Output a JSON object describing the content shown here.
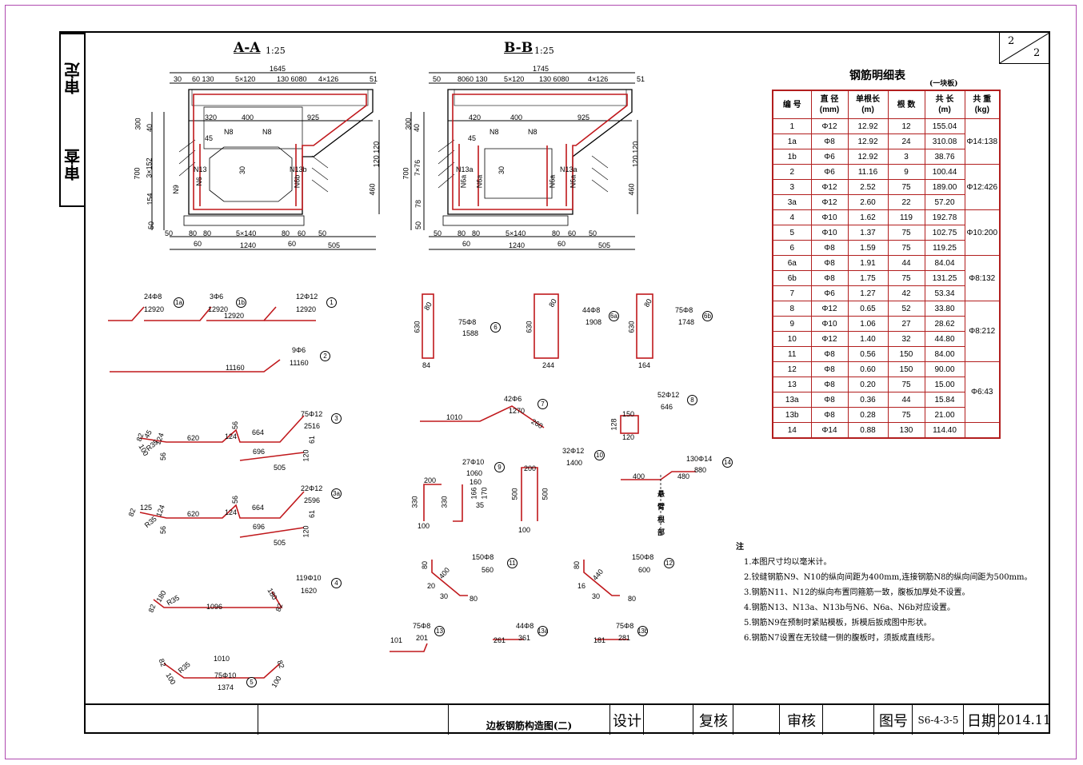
{
  "sidebar": {
    "top": "审定",
    "bottom": "审查"
  },
  "sheet": {
    "number": "2",
    "total": "2"
  },
  "sections": {
    "aa": {
      "title": "A-A",
      "scale": "1:25"
    },
    "bb": {
      "title": "B-B",
      "scale": "1:25"
    }
  },
  "aa_dims": {
    "total_top": "1645",
    "t30": "30",
    "t60130": "60 130",
    "t5x120": "5×120",
    "t1306080": "130 6080",
    "t4x126": "4×126",
    "t51": "51",
    "w320": "320",
    "w400": "400",
    "w925": "925",
    "v300": "300",
    "v40": "40",
    "v3x152": "3×152",
    "v700": "700",
    "v154": "154",
    "v50": "50",
    "v120120": "120 120",
    "v460": "460",
    "b50": "50",
    "b80a": "80",
    "b80b": "80",
    "b5x140": "5×140",
    "b80c": "80",
    "b60": "60",
    "b50b": "50",
    "b60a": "60",
    "b60b": "60",
    "b1240": "1240",
    "b505": "505",
    "n45": "45",
    "n30": "30"
  },
  "bb_dims": {
    "total_top": "1745",
    "t50": "50",
    "t8060130": "8060 130",
    "t5x120": "5×120",
    "t1306080": "130 6080",
    "t4x126": "4×126",
    "t51": "51",
    "w420": "420",
    "w400": "400",
    "w925": "925",
    "v300": "300",
    "v40": "40",
    "v7x76": "7×76",
    "v700": "700",
    "v78": "78",
    "v50": "50",
    "v120120": "120 120",
    "v460": "460",
    "b50": "50",
    "b80a": "80",
    "b80b": "80",
    "b5x140": "5×140",
    "b80c": "80",
    "b60": "60",
    "b50b": "50",
    "b60a": "60",
    "b60b": "60",
    "b1240": "1240",
    "b505": "505",
    "n45": "45",
    "n30": "30"
  },
  "section_labels": {
    "n8": "N8",
    "n9": "N9",
    "n13": "N13",
    "n13b": "N13b",
    "n6": "N6",
    "n6a": "N6a",
    "n6b": "N6b",
    "n13a": "N13a"
  },
  "bars": {
    "b1a": {
      "count": "24Φ8",
      "len": "12920",
      "id": "1a"
    },
    "b1b": {
      "count": "3Φ6",
      "len": "12920",
      "len2": "12920",
      "id": "1b"
    },
    "b1": {
      "count": "12Φ12",
      "len": "12920",
      "id": "1"
    },
    "b2": {
      "count": "9Φ6",
      "len": "11160",
      "dim": "11160",
      "id": "2"
    },
    "b6": {
      "count": "75Φ8",
      "len": "1588",
      "dim630": "630",
      "dim80": "80",
      "dim84": "84",
      "id": "6"
    },
    "b6a": {
      "count": "44Φ8",
      "len": "1908",
      "dim630": "630",
      "dim80": "80",
      "dim244": "244",
      "id": "6a"
    },
    "b6b": {
      "count": "75Φ8",
      "len": "1748",
      "dim630": "630",
      "dim80": "80",
      "dim164": "164",
      "id": "6b"
    },
    "b3": {
      "count": "75Φ12",
      "len": "2516",
      "d620": "620",
      "d124": "124",
      "d124b": "124",
      "d56": "56",
      "d664": "664",
      "d696": "696",
      "d505": "505",
      "d120": "120",
      "d61": "61",
      "d45": "45",
      "d82": "82",
      "dr35": "R35",
      "d100": "100",
      "d56b": "56",
      "id": "3"
    },
    "b3a": {
      "count": "22Φ12",
      "len": "2596",
      "d620": "620",
      "d124": "124",
      "d124b": "124",
      "d56": "56",
      "d664": "664",
      "d696": "696",
      "d505": "505",
      "d120": "120",
      "d61": "61",
      "d125": "125",
      "d82": "82",
      "dr35": "R35",
      "d56b": "56",
      "id": "3a"
    },
    "b4": {
      "count": "119Φ10",
      "len": "1620",
      "d1096": "1096",
      "d180": "180",
      "d180b": "180",
      "dr35": "R35",
      "d82": "82",
      "d82b": "82",
      "id": "4"
    },
    "b5": {
      "count": "75Φ10",
      "len": "1374",
      "d1010": "1010",
      "d82": "82",
      "dr35": "R35",
      "d100": "100",
      "d82b": "82",
      "d100b": "100",
      "id": "5"
    },
    "b7": {
      "count": "42Φ6",
      "len": "1270",
      "d1010": "1010",
      "d260": "260",
      "id": "7"
    },
    "b8": {
      "count": "52Φ12",
      "len": "646",
      "d150": "150",
      "d120": "120",
      "d128": "128",
      "id": "8"
    },
    "b9": {
      "count": "27Φ10",
      "len": "1060",
      "d200": "200",
      "d330": "330",
      "d330b": "330",
      "d100": "100",
      "d160": "160",
      "d166": "166",
      "d170": "170",
      "d35": "35",
      "id": "9"
    },
    "b10": {
      "count": "32Φ12",
      "len": "1400",
      "d200": "200",
      "d500": "500",
      "d500b": "500",
      "d100": "100",
      "id": "10"
    },
    "b14": {
      "count": "130Φ14",
      "len": "880",
      "d400": "400",
      "d480": "480",
      "note": "悬臂根部",
      "id": "14"
    },
    "b11": {
      "count": "150Φ8",
      "len": "560",
      "d80": "80",
      "d400": "400",
      "d20": "20",
      "d30": "30",
      "d80b": "80",
      "id": "11"
    },
    "b12": {
      "count": "150Φ8",
      "len": "600",
      "d80": "80",
      "d440": "440",
      "d16": "16",
      "d30": "30",
      "d80b": "80",
      "id": "12"
    },
    "b13": {
      "count": "75Φ8",
      "len": "201",
      "d101": "101",
      "id": "13"
    },
    "b13a": {
      "count": "44Φ8",
      "len": "361",
      "d261": "261",
      "id": "13a"
    },
    "b13b": {
      "count": "75Φ8",
      "len": "281",
      "d181": "181",
      "id": "13b"
    }
  },
  "table": {
    "title": "钢筋明细表",
    "subtitle": "(一块板)",
    "headers": [
      "编 号",
      "直 径\n(mm)",
      "单根长\n(m)",
      "根 数",
      "共 长\n(m)",
      "共 重\n(kg)"
    ],
    "rows": [
      [
        "1",
        "Φ12",
        "12.92",
        "12",
        "155.04"
      ],
      [
        "1a",
        "Φ8",
        "12.92",
        "24",
        "310.08"
      ],
      [
        "1b",
        "Φ6",
        "12.92",
        "3",
        "38.76"
      ],
      [
        "2",
        "Φ6",
        "11.16",
        "9",
        "100.44"
      ],
      [
        "3",
        "Φ12",
        "2.52",
        "75",
        "189.00"
      ],
      [
        "3a",
        "Φ12",
        "2.60",
        "22",
        "57.20"
      ],
      [
        "4",
        "Φ10",
        "1.62",
        "119",
        "192.78"
      ],
      [
        "5",
        "Φ10",
        "1.37",
        "75",
        "102.75"
      ],
      [
        "6",
        "Φ8",
        "1.59",
        "75",
        "119.25"
      ],
      [
        "6a",
        "Φ8",
        "1.91",
        "44",
        "84.04"
      ],
      [
        "6b",
        "Φ8",
        "1.75",
        "75",
        "131.25"
      ],
      [
        "7",
        "Φ6",
        "1.27",
        "42",
        "53.34"
      ],
      [
        "8",
        "Φ12",
        "0.65",
        "52",
        "33.80"
      ],
      [
        "9",
        "Φ10",
        "1.06",
        "27",
        "28.62"
      ],
      [
        "10",
        "Φ12",
        "1.40",
        "32",
        "44.80"
      ],
      [
        "11",
        "Φ8",
        "0.56",
        "150",
        "84.00"
      ],
      [
        "12",
        "Φ8",
        "0.60",
        "150",
        "90.00"
      ],
      [
        "13",
        "Φ8",
        "0.20",
        "75",
        "15.00"
      ],
      [
        "13a",
        "Φ8",
        "0.36",
        "44",
        "15.84"
      ],
      [
        "13b",
        "Φ8",
        "0.28",
        "75",
        "21.00"
      ],
      [
        "14",
        "Φ14",
        "0.88",
        "130",
        "114.40"
      ]
    ],
    "weights": [
      {
        "text": "Φ14:138",
        "span": 3
      },
      {
        "text": "Φ12:426",
        "span": 3
      },
      {
        "text": "Φ10:200",
        "span": 3
      },
      {
        "text": "Φ8:132",
        "span": 3
      },
      {
        "text": "Φ8:212",
        "span": 4
      },
      {
        "text": "Φ6:43",
        "span": 4
      },
      {
        "text": "",
        "span": 1
      }
    ]
  },
  "notes": {
    "heading": "注",
    "items": [
      "1.本图尺寸均以毫米计。",
      "2.铰缝钢筋N9、N10的纵向间距为400mm,连接钢筋N8的纵向间距为500mm。",
      "3.钢筋N11、N12的纵向布置同箍筋一致，腹板加厚处不设置。",
      "4.钢筋N13、N13a、N13b与N6、N6a、N6b对应设置。",
      "5.钢筋N9在预制时紧贴模板，拆模后扳成图中形状。",
      "6.钢筋N7设置在无铰缝一侧的腹板时，须扳成直线形。"
    ]
  },
  "title_block": {
    "drawing_title": "边板钢筋构造图(二)",
    "design": "设计",
    "review": "复核",
    "audit": "审核",
    "figno_label": "图号",
    "figno": "S6-4-3-5",
    "date_label": "日期",
    "date": "2014.11"
  },
  "colors": {
    "rebar": "#c0181c",
    "frame": "#000000",
    "border": "#b04ab0"
  }
}
